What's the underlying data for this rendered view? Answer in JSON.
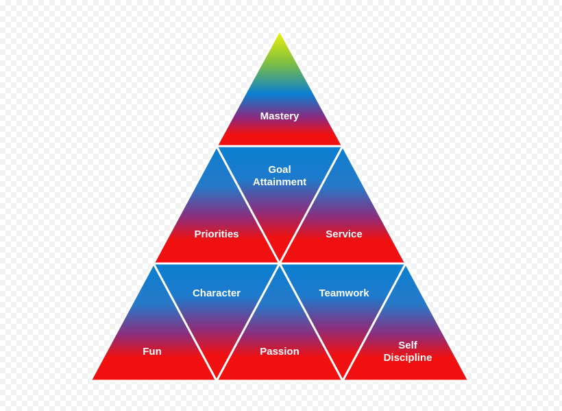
{
  "colors": {
    "top": "#f4f20c",
    "blue": "#0a7fd0",
    "mid": "#6a3a9a",
    "red": "#f01010",
    "outline": "#ffffff",
    "label": "#ffffff"
  },
  "blocks": {
    "mastery": "Mastery",
    "goal_attainment_line1": "Goal",
    "goal_attainment_line2": "Attainment",
    "priorities": "Priorities",
    "service": "Service",
    "character": "Character",
    "teamwork": "Teamwork",
    "fun": "Fun",
    "passion": "Passion",
    "self_discipline_line1": "Self",
    "self_discipline_line2": "Discipline"
  }
}
